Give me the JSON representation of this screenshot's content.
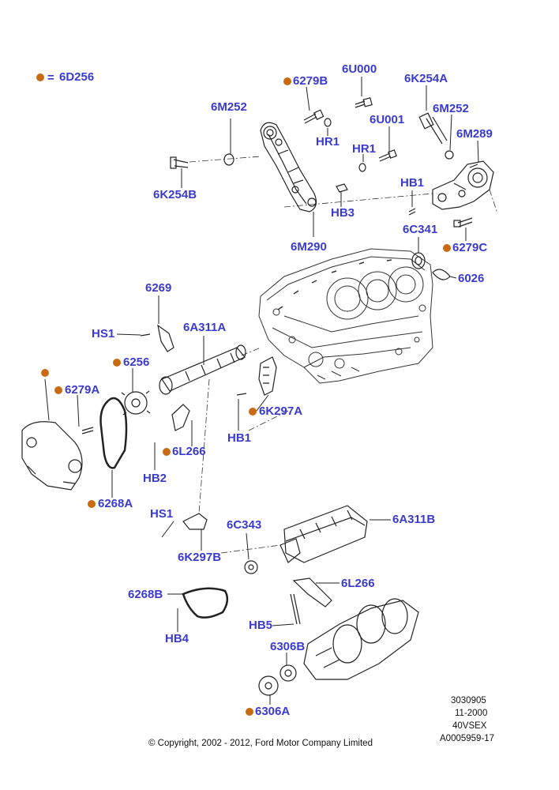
{
  "legend": {
    "marker_color": "#c96a10",
    "equals": "=",
    "part": "6D256"
  },
  "label_color": "#3a3ad0",
  "parts": {
    "p6279B_a": "6279B",
    "p6U000": "6U000",
    "p6K254A": "6K254A",
    "p6M252_a": "6M252",
    "p6M252_b": "6M252",
    "p6U001": "6U001",
    "pHR1_a": "HR1",
    "pHR1_b": "HR1",
    "p6M289": "6M289",
    "pHB1_a": "HB1",
    "p6K254B": "6K254B",
    "pHB3": "HB3",
    "p6C341": "6C341",
    "p6279C": "6279C",
    "p6M290": "6M290",
    "p6026": "6026",
    "p6269": "6269",
    "pHS1_a": "HS1",
    "p6A311A": "6A311A",
    "p6256": "6256",
    "p6279A": "6279A",
    "p6K297A": "6K297A",
    "pHB1_b": "HB1",
    "p6L266_a": "6L266",
    "pHB2": "HB2",
    "p6268A": "6268A",
    "pHS1_b": "HS1",
    "p6C343": "6C343",
    "p6A311B": "6A311B",
    "p6K297B": "6K297B",
    "p6268B": "6268B",
    "p6L266_b": "6L266",
    "pHB4": "HB4",
    "pHB5": "HB5",
    "p6306B": "6306B",
    "p6306A": "6306A"
  },
  "meta": {
    "code1": "3030905",
    "date": "11-2000",
    "model": "40VSEX",
    "ref": "A0005959-17",
    "copyright": "© Copyright, 2002 - 2012, Ford Motor Company Limited"
  }
}
